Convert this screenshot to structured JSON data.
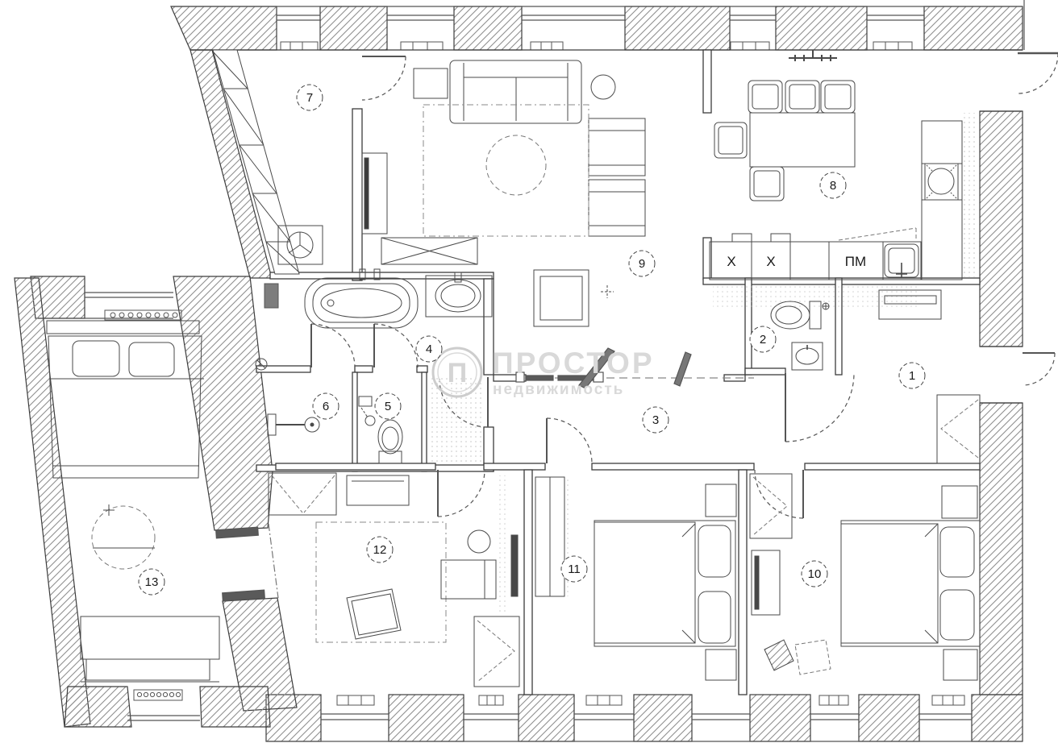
{
  "document": {
    "kind": "apartment floor plan"
  },
  "watermark": {
    "brand": "ПРОСТОР",
    "subtitle": "недвижимость",
    "logo_letter": "П"
  },
  "labels": {
    "r1": "1",
    "r2": "2",
    "r3": "3",
    "r4": "4",
    "r5": "5",
    "r6": "6",
    "r7": "7",
    "r8": "8",
    "r9": "9",
    "r10": "10",
    "r11": "11",
    "r12": "12",
    "r13": "13"
  },
  "kitchen": {
    "left_cabinet": "X",
    "right_cabinet": "X",
    "dishwasher": "ПМ"
  },
  "colors": {
    "line": "#3c3c3c",
    "hatch": "#8f8f8f",
    "watermark": "#d9d9d9",
    "vent_fill": "#7d7d7d"
  }
}
